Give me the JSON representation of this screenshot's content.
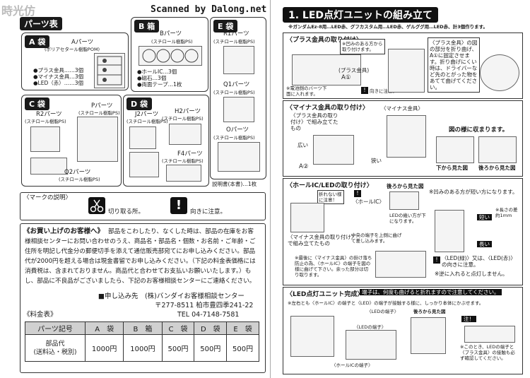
{
  "header": {
    "watermark_left": "時光仿",
    "scanner_credit": "Scanned by Dalong.net",
    "title": "1. LED点灯ユニットの組み立て",
    "subtitle": "※ガンダムEz-8用…LED赤、グフカスタム用…LED赤、ゲルググ用…LED赤、計3個作ります。"
  },
  "parts_list": {
    "heading": "パーツ表",
    "a_bag": {
      "label": "A 袋",
      "part_name": "Aパーツ",
      "material": "(ポリアセタール樹脂POM)",
      "items": [
        "●プラス金具……3個",
        "●マイナス金具…3個",
        "●LED（赤）……3個"
      ]
    },
    "b_box": {
      "label": "B 箱",
      "part_name": "Bパーツ",
      "material": "(スチロール樹脂PS)",
      "items": [
        "●ホールIC…3個",
        "●磁石…3個",
        "●両面テープ…1枚"
      ]
    },
    "e_bag": {
      "label": "E 袋",
      "parts": [
        {
          "name": "R1パーツ",
          "material": "(スチロール樹脂PS)"
        },
        {
          "name": "Q1パーツ",
          "material": "(スチロール樹脂PS)"
        },
        {
          "name": "Oパーツ",
          "material": "(スチロール樹脂PS)"
        }
      ],
      "manual_note": "説明書(本書)…1枚"
    },
    "c_bag": {
      "label": "C 袋",
      "parts": [
        {
          "name": "R2パーツ",
          "material": "(スチロール樹脂PS)"
        },
        {
          "name": "Pパーツ",
          "material": "(スチロール樹脂PS)"
        },
        {
          "name": "Q2パーツ",
          "material": "(スチロール樹脂PS)"
        }
      ]
    },
    "d_bag": {
      "label": "D 袋",
      "parts": [
        {
          "name": "J2パーツ",
          "material": "(スチロール樹脂PS)"
        },
        {
          "name": "H2パーツ",
          "material": "(スチロール樹脂PS)"
        },
        {
          "name": "F4パーツ",
          "material": "(スチロール樹脂PS)"
        }
      ]
    }
  },
  "marks": {
    "heading": "〈マークの説明〉",
    "cut_label": "切り取る所。",
    "caution_label": "向きに注意。"
  },
  "customer": {
    "heading": "《お買い上げのお客様へ》",
    "body": "部品をこわしたり、なくした時は、部品の在庫をお客様相談センターにお問い合わせのうえ、商品名・部品名・個数・お名前・ご年齢・ご住所を明記し代金分の郵便切手を添えて通信販売部宛てにお申し込みください。部品代が2000円を超える場合は現金書留でお申し込みください。（下記の料金表価格には消費税は、含まれておりません。商品代と合わせてお支払いお願いいたします。）もし、部品に不良品がございましたら、下記のお客様相談センターにご連絡ください。",
    "contact_label": "■申し込み先　(株)バンダイお客様相談センター",
    "address": "〒277-8511 柏市豊四季241-22",
    "tel": "TEL 04-7148-7581"
  },
  "price_table": {
    "heading": "《料金表》",
    "col_header": "パーツ記号",
    "row_label": "部品代\n(送料込・税別)",
    "columns": [
      "A　袋",
      "B　箱",
      "C　袋",
      "D　袋",
      "E　袋"
    ],
    "prices": [
      "1000円",
      "1000円",
      "500円",
      "500円",
      "500円"
    ]
  },
  "step_plus": {
    "heading": "〈プラス金具の取り付け〉",
    "callout_recess": "※凹みのある方から取り付けます。",
    "label_plus": "(プラス金具)",
    "label_a1": "A①",
    "note_electrode": "※電池側のバーツ下面に入れます。",
    "direction": "向きに注意。",
    "instruction": "〈プラス金具〉の図の部分を折り曲げ、A①に固定させます。折り曲げにくい時は、ドライバーなど先のとがった物をあてて曲げてください。"
  },
  "step_minus": {
    "heading": "〈マイナス金具の取り付け〉",
    "intro": "〈プラス金具の取り付け〉で組み立てたもの",
    "label_minus": "〈マイナス金具〉",
    "label_wide": "広い",
    "label_narrow": "狭い",
    "label_a2": "A②",
    "fit_note": "図の様に収まります。",
    "view_below": "下から見た図",
    "view_back": "後ろから見た図"
  },
  "step_hall": {
    "heading": "〈ホールIC/LEDの取り付け〉",
    "caution_bend": "折れない様に注意！",
    "label_hall": "〈ホールIC〉",
    "view_back": "後ろから見た図",
    "led_direction": "LEDの幾い方が下になります。",
    "intro": "〈マイナス金具の取り付け〉で組み立てたもの",
    "center_pin": "中央の端子を上側に曲げて差し込みます。",
    "final_note": "※最後に〈マイナス金具〉の掛け落ち防止の為、〈ホールIC〉の端子を図の様に曲げて下さい。余った部分は切り取ります。",
    "short_side_note": "※凹みのある方が短い方になります。",
    "short": "短い",
    "long": "長い",
    "length_note": "※長さの差約1mm",
    "led_note": "〈LED(緑)〉又は、〈LED(赤)〉の向きに注意。",
    "caution_reverse": "※逆に入れると点灯しません。"
  },
  "step_complete": {
    "heading": "〈LED点灯ユニット完成〉",
    "warning": "端子は、何度も曲げると折れますので注意してください。",
    "instruction": "※左右とも〈ホールIC〉の端子と〈LED〉の端子が接触する様に、しっかり本体にかぶせます。",
    "label_led_pin1": "〈LEDの端子〉",
    "label_led_pin2": "〈LEDの端子〉",
    "label_hall_pin": "〈ホールICの端子〉",
    "view_back": "後ろから見た図",
    "caution": "注！",
    "contact_note": "※このとき、LEDの端子と〈プラス金具〉の接触も必ず確認してください。"
  },
  "colors": {
    "accent": "#1a1a1a",
    "tag_bg": "#1a1a1a",
    "figure_bg": "#f4f4f4",
    "table_header": "#d0d0d0"
  }
}
